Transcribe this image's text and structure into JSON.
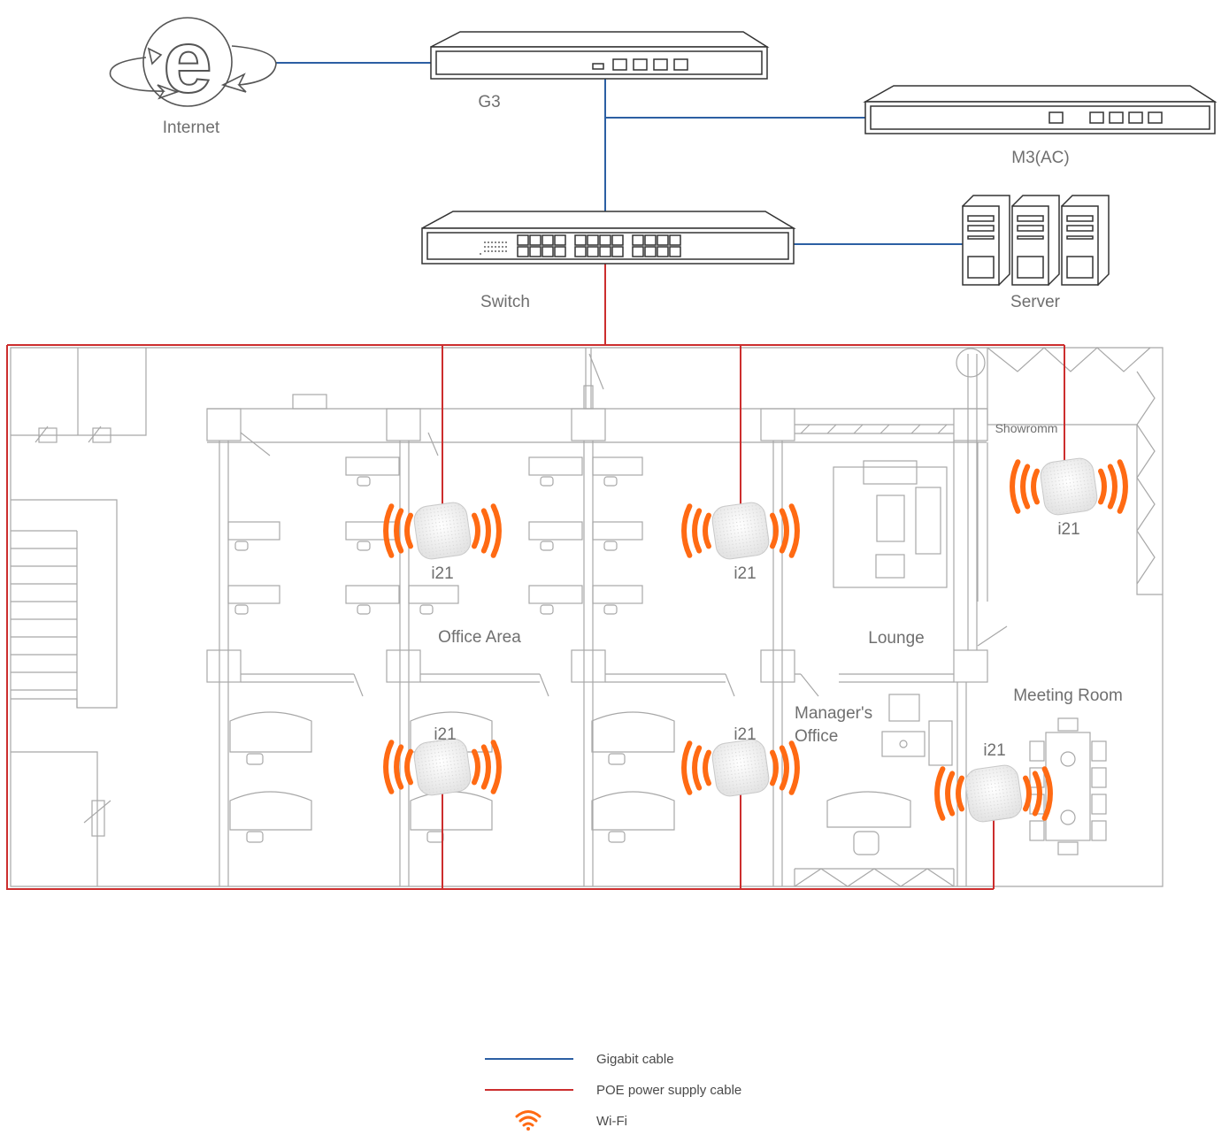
{
  "colors": {
    "gigabit": "#2c5fa3",
    "poe": "#cc2e2e",
    "wifi": "#ff6a13",
    "device_line": "#333333",
    "floor_line": "#a8a8a8",
    "label": "#6f6f6f"
  },
  "devices": {
    "internet": {
      "label": "Internet",
      "icon": "internet-globe-icon"
    },
    "g3": {
      "label": "G3",
      "icon": "gateway-icon"
    },
    "m3": {
      "label": "M3(AC)",
      "icon": "access-controller-icon"
    },
    "switch": {
      "label": "Switch",
      "icon": "switch-icon"
    },
    "server": {
      "label": "Server",
      "icon": "server-tower-icon"
    }
  },
  "access_points": [
    {
      "label": "i21"
    },
    {
      "label": "i21"
    },
    {
      "label": "i21"
    },
    {
      "label": "i21"
    },
    {
      "label": "i21"
    },
    {
      "label": "i21"
    }
  ],
  "rooms": {
    "office_area": "Office Area",
    "lounge": "Lounge",
    "showroom": "Showromm",
    "meeting_room": "Meeting Room",
    "managers_office_line1": "Manager's",
    "managers_office_line2": "Office"
  },
  "legend": [
    {
      "label": "Gigabit cable",
      "kind": "line",
      "color": "#2c5fa3"
    },
    {
      "label": "POE power supply cable",
      "kind": "line",
      "color": "#cc2e2e"
    },
    {
      "label": "Wi-Fi",
      "kind": "wifi-icon",
      "color": "#ff6a13"
    }
  ]
}
